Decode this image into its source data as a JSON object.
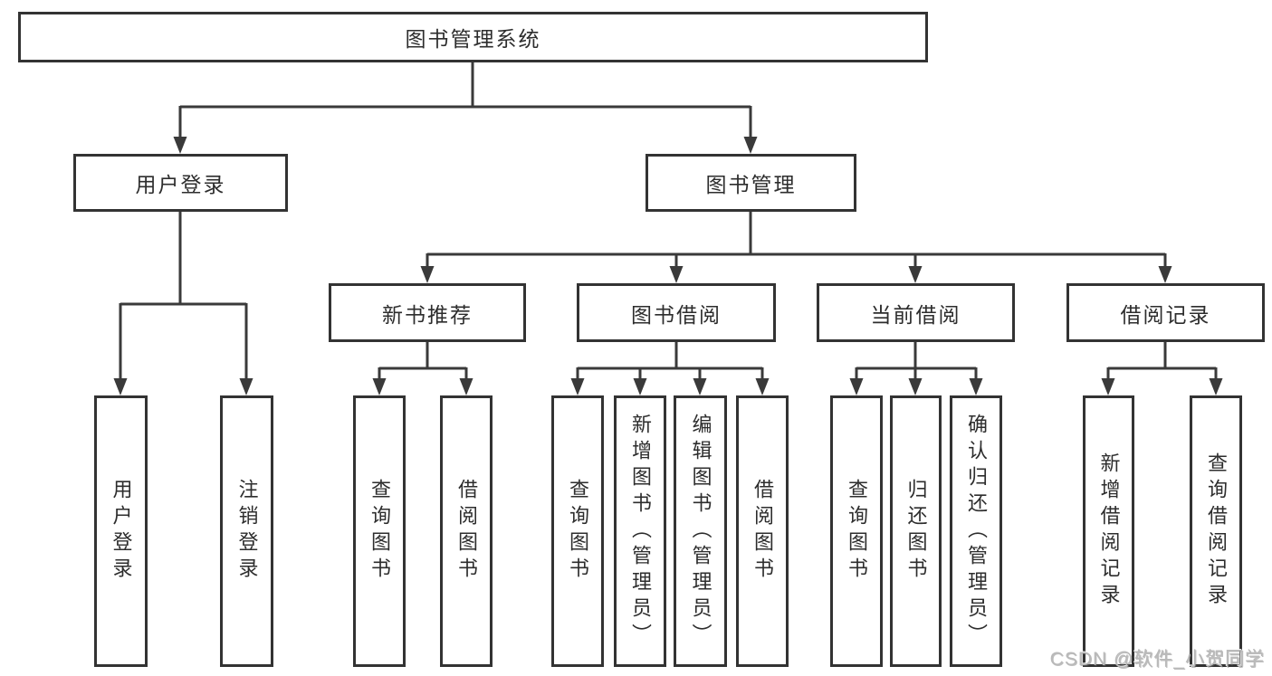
{
  "tree": {
    "label": "图书管理系统",
    "children": [
      {
        "label": "用户登录",
        "children": [
          {
            "label": "用户登录"
          },
          {
            "label": "注销登录"
          }
        ]
      },
      {
        "label": "图书管理",
        "children": [
          {
            "label": "新书推荐",
            "children": [
              {
                "label": "查询图书"
              },
              {
                "label": "借阅图书"
              }
            ]
          },
          {
            "label": "图书借阅",
            "children": [
              {
                "label": "查询图书"
              },
              {
                "label": "新增图书（管理员）"
              },
              {
                "label": "编辑图书（管理员）"
              },
              {
                "label": "借阅图书"
              }
            ]
          },
          {
            "label": "当前借阅",
            "children": [
              {
                "label": "查询图书"
              },
              {
                "label": "归还图书"
              },
              {
                "label": "确认归还（管理员）"
              }
            ]
          },
          {
            "label": "借阅记录",
            "children": [
              {
                "label": "新增借阅记录"
              },
              {
                "label": "查询借阅记录"
              }
            ]
          }
        ]
      }
    ]
  },
  "watermark": {
    "text": "CSDN @软件_小贺同学"
  },
  "colors": {
    "line": "#3a3a3a",
    "box_border": "#333333",
    "text": "#2d2d2d",
    "background": "#ffffff",
    "watermark": "#b9b9b9"
  }
}
